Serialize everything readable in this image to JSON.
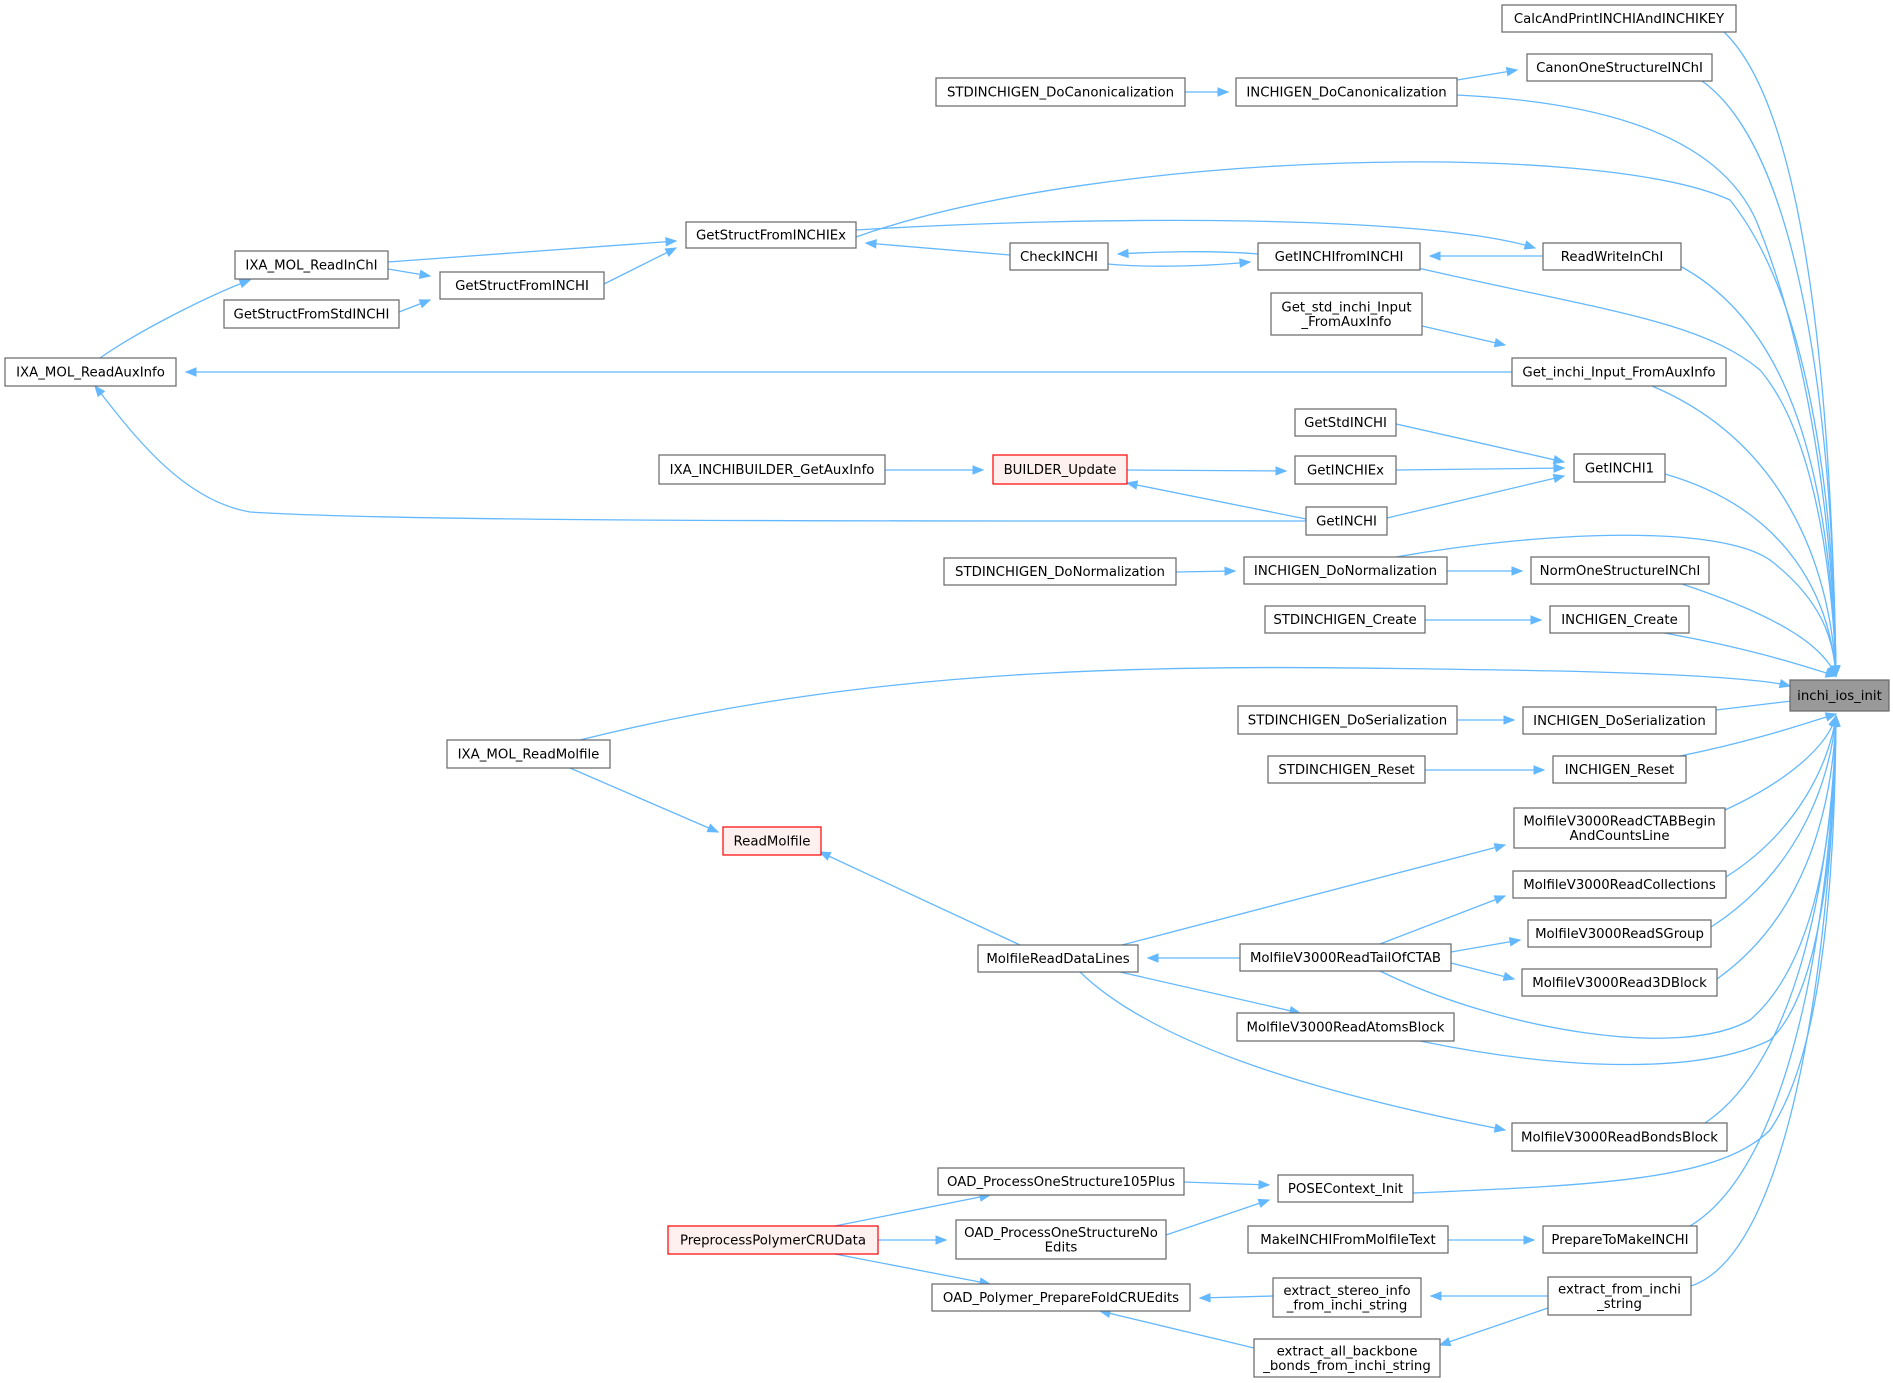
{
  "graph": {
    "colors": {
      "edge": "#63b8ff",
      "node_border": "#666666",
      "root_fill": "#999999",
      "red_border": "#ff0000",
      "red_fill": "#fff0f0"
    },
    "nodes": [
      {
        "id": "root",
        "label": [
          "inchi_ios_init"
        ],
        "style": "root"
      },
      {
        "id": "n1",
        "label": [
          "CalcAndPrintINCHIAndINCHIKEY"
        ]
      },
      {
        "id": "n2",
        "label": [
          "CanonOneStructureINChI"
        ]
      },
      {
        "id": "n3",
        "label": [
          "INCHIGEN_DoCanonicalization"
        ]
      },
      {
        "id": "n4",
        "label": [
          "STDINCHIGEN_DoCanonicalization"
        ]
      },
      {
        "id": "n5",
        "label": [
          "GetStructFromINCHIEx"
        ]
      },
      {
        "id": "n6",
        "label": [
          "IXA_MOL_ReadInChI"
        ]
      },
      {
        "id": "n7",
        "label": [
          "GetStructFromINCHI"
        ]
      },
      {
        "id": "n8",
        "label": [
          "GetStructFromStdINCHI"
        ]
      },
      {
        "id": "n9",
        "label": [
          "IXA_MOL_ReadAuxInfo"
        ]
      },
      {
        "id": "n10",
        "label": [
          "CheckINCHI"
        ]
      },
      {
        "id": "n11",
        "label": [
          "GetINCHIfromINCHI"
        ]
      },
      {
        "id": "n12",
        "label": [
          "ReadWriteInChI"
        ]
      },
      {
        "id": "n13",
        "label": [
          "Get_std_inchi_Input",
          "_FromAuxInfo"
        ]
      },
      {
        "id": "n14",
        "label": [
          "Get_inchi_Input_FromAuxInfo"
        ]
      },
      {
        "id": "n15",
        "label": [
          "GetStdINCHI"
        ]
      },
      {
        "id": "n16",
        "label": [
          "GetINCHI1"
        ]
      },
      {
        "id": "n17",
        "label": [
          "GetINCHIEx"
        ]
      },
      {
        "id": "n18",
        "label": [
          "BUILDER_Update"
        ],
        "style": "red"
      },
      {
        "id": "n19",
        "label": [
          "IXA_INCHIBUILDER_GetAuxInfo"
        ]
      },
      {
        "id": "n20",
        "label": [
          "GetINCHI"
        ]
      },
      {
        "id": "n21",
        "label": [
          "INCHIGEN_DoNormalization"
        ]
      },
      {
        "id": "n22",
        "label": [
          "STDINCHIGEN_DoNormalization"
        ]
      },
      {
        "id": "n23",
        "label": [
          "NormOneStructureINChI"
        ]
      },
      {
        "id": "n24",
        "label": [
          "INCHIGEN_Create"
        ]
      },
      {
        "id": "n25",
        "label": [
          "STDINCHIGEN_Create"
        ]
      },
      {
        "id": "n26",
        "label": [
          "IXA_MOL_ReadMolfile"
        ]
      },
      {
        "id": "n27",
        "label": [
          "INCHIGEN_DoSerialization"
        ]
      },
      {
        "id": "n28",
        "label": [
          "STDINCHIGEN_DoSerialization"
        ]
      },
      {
        "id": "n29",
        "label": [
          "INCHIGEN_Reset"
        ]
      },
      {
        "id": "n30",
        "label": [
          "STDINCHIGEN_Reset"
        ]
      },
      {
        "id": "n31",
        "label": [
          "ReadMolfile"
        ],
        "style": "red"
      },
      {
        "id": "n32",
        "label": [
          "MolfileV3000ReadCTABBegin",
          "AndCountsLine"
        ]
      },
      {
        "id": "n33",
        "label": [
          "MolfileReadDataLines"
        ]
      },
      {
        "id": "n34",
        "label": [
          "MolfileV3000ReadCollections"
        ]
      },
      {
        "id": "n35",
        "label": [
          "MolfileV3000ReadTailOfCTAB"
        ]
      },
      {
        "id": "n36",
        "label": [
          "MolfileV3000ReadSGroup"
        ]
      },
      {
        "id": "n37",
        "label": [
          "MolfileV3000Read3DBlock"
        ]
      },
      {
        "id": "n38",
        "label": [
          "MolfileV3000ReadAtomsBlock"
        ]
      },
      {
        "id": "n39",
        "label": [
          "MolfileV3000ReadBondsBlock"
        ]
      },
      {
        "id": "n40",
        "label": [
          "POSEContext_Init"
        ]
      },
      {
        "id": "n41",
        "label": [
          "OAD_ProcessOneStructure105Plus"
        ]
      },
      {
        "id": "n42",
        "label": [
          "OAD_ProcessOneStructureNo",
          "Edits"
        ]
      },
      {
        "id": "n43",
        "label": [
          "PreprocessPolymerCRUData"
        ],
        "style": "red"
      },
      {
        "id": "n44",
        "label": [
          "PrepareToMakeINCHI"
        ]
      },
      {
        "id": "n45",
        "label": [
          "MakeINCHIFromMolfileText"
        ]
      },
      {
        "id": "n46",
        "label": [
          "extract_from_inchi",
          "_string"
        ]
      },
      {
        "id": "n47",
        "label": [
          "extract_stereo_info",
          "_from_inchi_string"
        ]
      },
      {
        "id": "n48",
        "label": [
          "OAD_Polymer_PrepareFoldCRUEdits"
        ]
      },
      {
        "id": "n49",
        "label": [
          "extract_all_backbone",
          "_bonds_from_inchi_string"
        ]
      }
    ]
  }
}
